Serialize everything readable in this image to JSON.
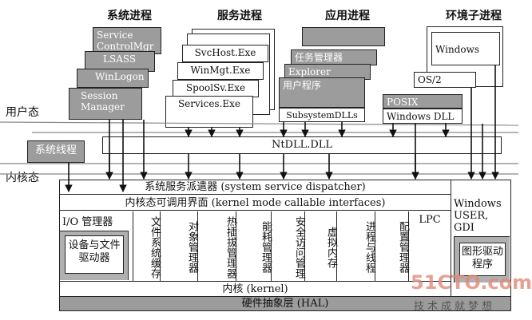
{
  "headers": {
    "system_processes": "系统进程",
    "service_processes": "服务进程",
    "app_processes": "应用进程",
    "env_subsystems": "环境子进程"
  },
  "system_process_boxes": [
    "Service ControlMgr",
    "LSASS",
    "WinLogon",
    "Session Manager"
  ],
  "service_process_boxes": [
    "SvcHost.Exe",
    "WinMgt.Exe",
    "SpoolSv.Exe",
    "Services.Exe"
  ],
  "app_process_boxes": [
    "任务管理器",
    "Explorer",
    "用户程序",
    "SubsystemDLLs"
  ],
  "env_boxes": {
    "windows": "Windows",
    "os2": "OS/2",
    "posix": "POSIX",
    "windows_dll": "Windows DLL"
  },
  "modes": {
    "user": "用户态",
    "kernel": "内核态"
  },
  "system_threads": "系统线程",
  "ntdll": "NtDLL.DLL",
  "dispatcher": "系统服务派遣器 (system service dispatcher)",
  "kernel_interfaces": "内核态可调用界面 (kernel mode callable interfaces)",
  "kernel_components": {
    "io_manager": "I/O 管理器",
    "device_drivers": "设备与文件驱动器",
    "file_cache": "文件系统缓存",
    "object_manager": "对象管理器",
    "pnp_manager": "热插拔管理器",
    "power_manager": "能耗管理器",
    "security_monitor": "安全访问管理",
    "virtual_memory": "虚拟内存",
    "process_thread": "进程与线程",
    "config_manager": "配置管理器",
    "lpc": "LPC"
  },
  "windows_user_gdi": "Windows USER, GDI",
  "graphics_drivers": "图形驱动程序",
  "kernel": "内核 (kernel)",
  "hal": "硬件抽象层 (HAL)",
  "watermark": {
    "site": "51CTO.com",
    "tagline": "技术成就梦想"
  },
  "colors": {
    "box_gray": "#9c9c9c",
    "hal_gray": "#9c9c9c",
    "background": "#ffffff",
    "watermark_red": "#e08a7a"
  }
}
